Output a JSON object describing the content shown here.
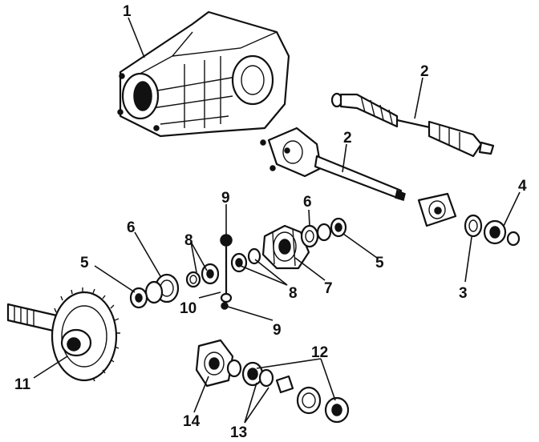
{
  "diagram": {
    "labels": {
      "housing": "1",
      "axle_shaft_upper": "2",
      "axle_shaft_middle": "2",
      "outer_ring_right": "3",
      "seal_right": "4",
      "seal_right_mid": "5",
      "seal_left": "5",
      "bearing_left": "6",
      "bearing_right": "6",
      "case": "7",
      "pinion_gears_left": "8",
      "side_gears_right": "8",
      "shaft_top": "9",
      "shaft_bottom": "9",
      "shaft_pin": "10",
      "ring_gear": "11",
      "pinion_bearings": "12",
      "races": "13",
      "cover": "14"
    }
  }
}
